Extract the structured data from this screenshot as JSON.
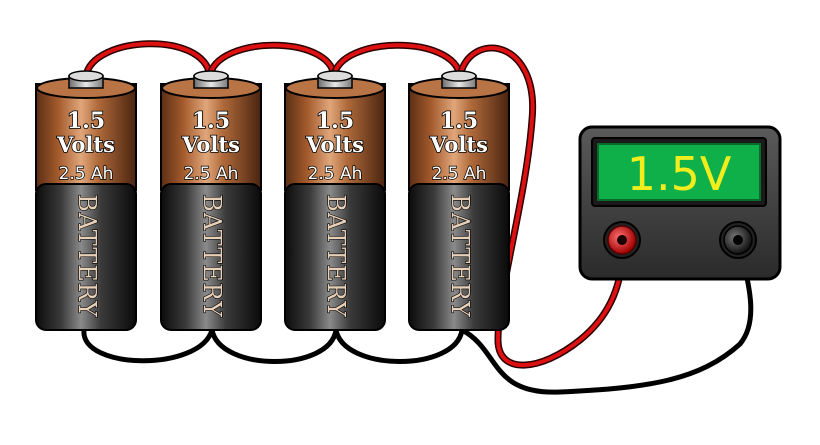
{
  "batteries": [
    {
      "voltage": "1.5",
      "unit": "Volts",
      "capacity": "2.5 Ah",
      "brand": "BATTERY"
    },
    {
      "voltage": "1.5",
      "unit": "Volts",
      "capacity": "2.5 Ah",
      "brand": "BATTERY"
    },
    {
      "voltage": "1.5",
      "unit": "Volts",
      "capacity": "2.5 Ah",
      "brand": "BATTERY"
    },
    {
      "voltage": "1.5",
      "unit": "Volts",
      "capacity": "2.5 Ah",
      "brand": "BATTERY"
    }
  ],
  "meter": {
    "reading": "1.5V",
    "display_color": "#0fb04a",
    "reading_color": "#f2ee1e",
    "body_color": "#3e3e3e",
    "positive_terminal": "red-jack-icon",
    "negative_terminal": "black-jack-icon"
  },
  "colors": {
    "wire_positive": "#dd1111",
    "wire_negative": "#111111",
    "cell_top": "#a55b2e",
    "cell_bottom": "#2a2a2a"
  }
}
